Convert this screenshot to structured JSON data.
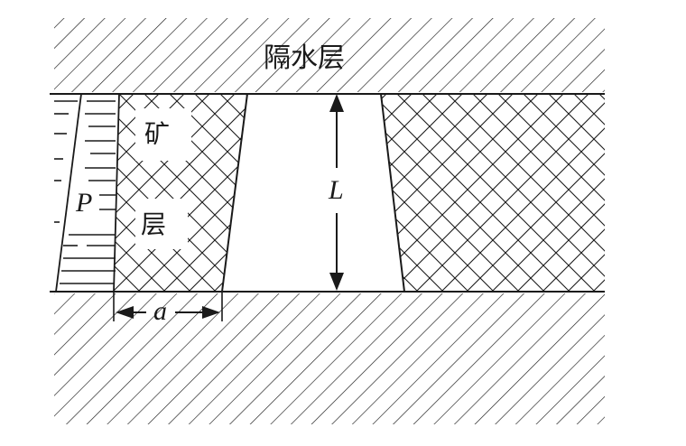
{
  "labels": {
    "aquiclude": "隔水层",
    "ore_char_1": "矿",
    "ore_char_2": "层",
    "P": "P",
    "L": "L",
    "a": "a"
  },
  "colors": {
    "ink": "#1a1a1a",
    "background": "#ffffff"
  }
}
